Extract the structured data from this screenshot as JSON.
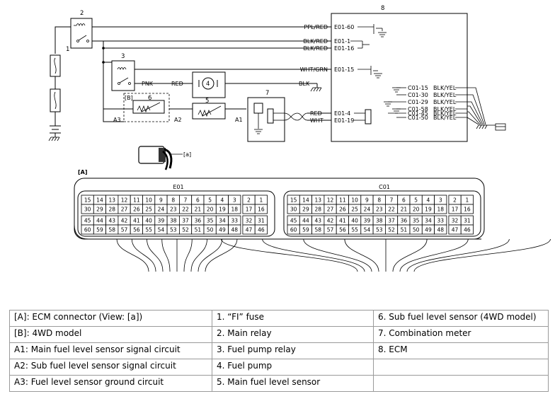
{
  "diagram": {
    "components": {
      "fi_fuse_num": "1",
      "main_relay_num": "2",
      "fuel_pump_relay_num": "3",
      "fuel_pump_num": "4",
      "main_sensor_num": "5",
      "sub_sensor_num": "6",
      "combination_meter_num": "7",
      "ecm_num": "8",
      "model_tag": "[B]"
    },
    "wires": {
      "ppl_red": "PPL/RED",
      "blk_red_1": "BLK/RED",
      "blk_red_2": "BLK/RED",
      "wht_grn": "WHT/GRN",
      "pnk": "PNK",
      "red_pump": "RED",
      "blk": "BLK",
      "red_meter": "RED",
      "wht_meter": "WHT"
    },
    "terminals": {
      "e01_60": "E01-60",
      "e01_1": "E01-1",
      "e01_16": "E01-16",
      "e01_15": "E01-15",
      "e01_4": "E01-4",
      "e01_19": "E01-19"
    },
    "ground_pins": [
      {
        "pin": "C01-15",
        "wire": "BLK/YEL"
      },
      {
        "pin": "C01-30",
        "wire": "BLK/YEL"
      },
      {
        "pin": "C01-29",
        "wire": "BLK/YEL"
      },
      {
        "pin": "C01-58",
        "wire": "BLK/YEL"
      },
      {
        "pin": "C01-45",
        "wire": "BLK/YEL"
      },
      {
        "pin": "C01-50",
        "wire": "BLK/YEL"
      }
    ],
    "circuits": {
      "a1": "A1",
      "a2": "A2",
      "a3": "A3"
    },
    "view_tag": "[a]",
    "connector_tag": "[A]",
    "connectors": [
      {
        "name": "E01",
        "rows": [
          [
            "15",
            "14",
            "13",
            "12",
            "11",
            "10",
            "9",
            "8",
            "7",
            "6",
            "5",
            "4",
            "3",
            "2",
            "1"
          ],
          [
            "30",
            "29",
            "28",
            "27",
            "26",
            "25",
            "24",
            "23",
            "22",
            "21",
            "20",
            "19",
            "18",
            "17",
            "16"
          ],
          [
            "45",
            "44",
            "43",
            "42",
            "41",
            "40",
            "39",
            "38",
            "37",
            "36",
            "35",
            "34",
            "33",
            "32",
            "31"
          ],
          [
            "60",
            "59",
            "58",
            "57",
            "56",
            "55",
            "54",
            "53",
            "52",
            "51",
            "50",
            "49",
            "48",
            "47",
            "46"
          ]
        ]
      },
      {
        "name": "C01",
        "rows": [
          [
            "15",
            "14",
            "13",
            "12",
            "11",
            "10",
            "9",
            "8",
            "7",
            "6",
            "5",
            "4",
            "3",
            "2",
            "1"
          ],
          [
            "30",
            "29",
            "28",
            "27",
            "26",
            "25",
            "24",
            "23",
            "22",
            "21",
            "20",
            "19",
            "18",
            "17",
            "16"
          ],
          [
            "45",
            "44",
            "43",
            "42",
            "41",
            "40",
            "39",
            "38",
            "37",
            "36",
            "35",
            "34",
            "33",
            "32",
            "31"
          ],
          [
            "60",
            "59",
            "58",
            "57",
            "56",
            "55",
            "54",
            "53",
            "52",
            "51",
            "50",
            "49",
            "48",
            "47",
            "46"
          ]
        ]
      }
    ]
  },
  "legend": {
    "rows": [
      [
        "[A]:  ECM connector (View: [a])",
        "1.  “FI” fuse",
        "6.  Sub fuel level sensor (4WD model)"
      ],
      [
        "[B]:  4WD model",
        "2.  Main relay",
        "7.  Combination meter"
      ],
      [
        "A1:  Main fuel level sensor signal circuit",
        "3.  Fuel pump relay",
        "8.  ECM"
      ],
      [
        "A2:  Sub fuel level sensor signal circuit",
        "4.  Fuel pump",
        ""
      ],
      [
        "A3:  Fuel level sensor ground circuit",
        "5.  Main fuel level sensor",
        ""
      ]
    ]
  }
}
